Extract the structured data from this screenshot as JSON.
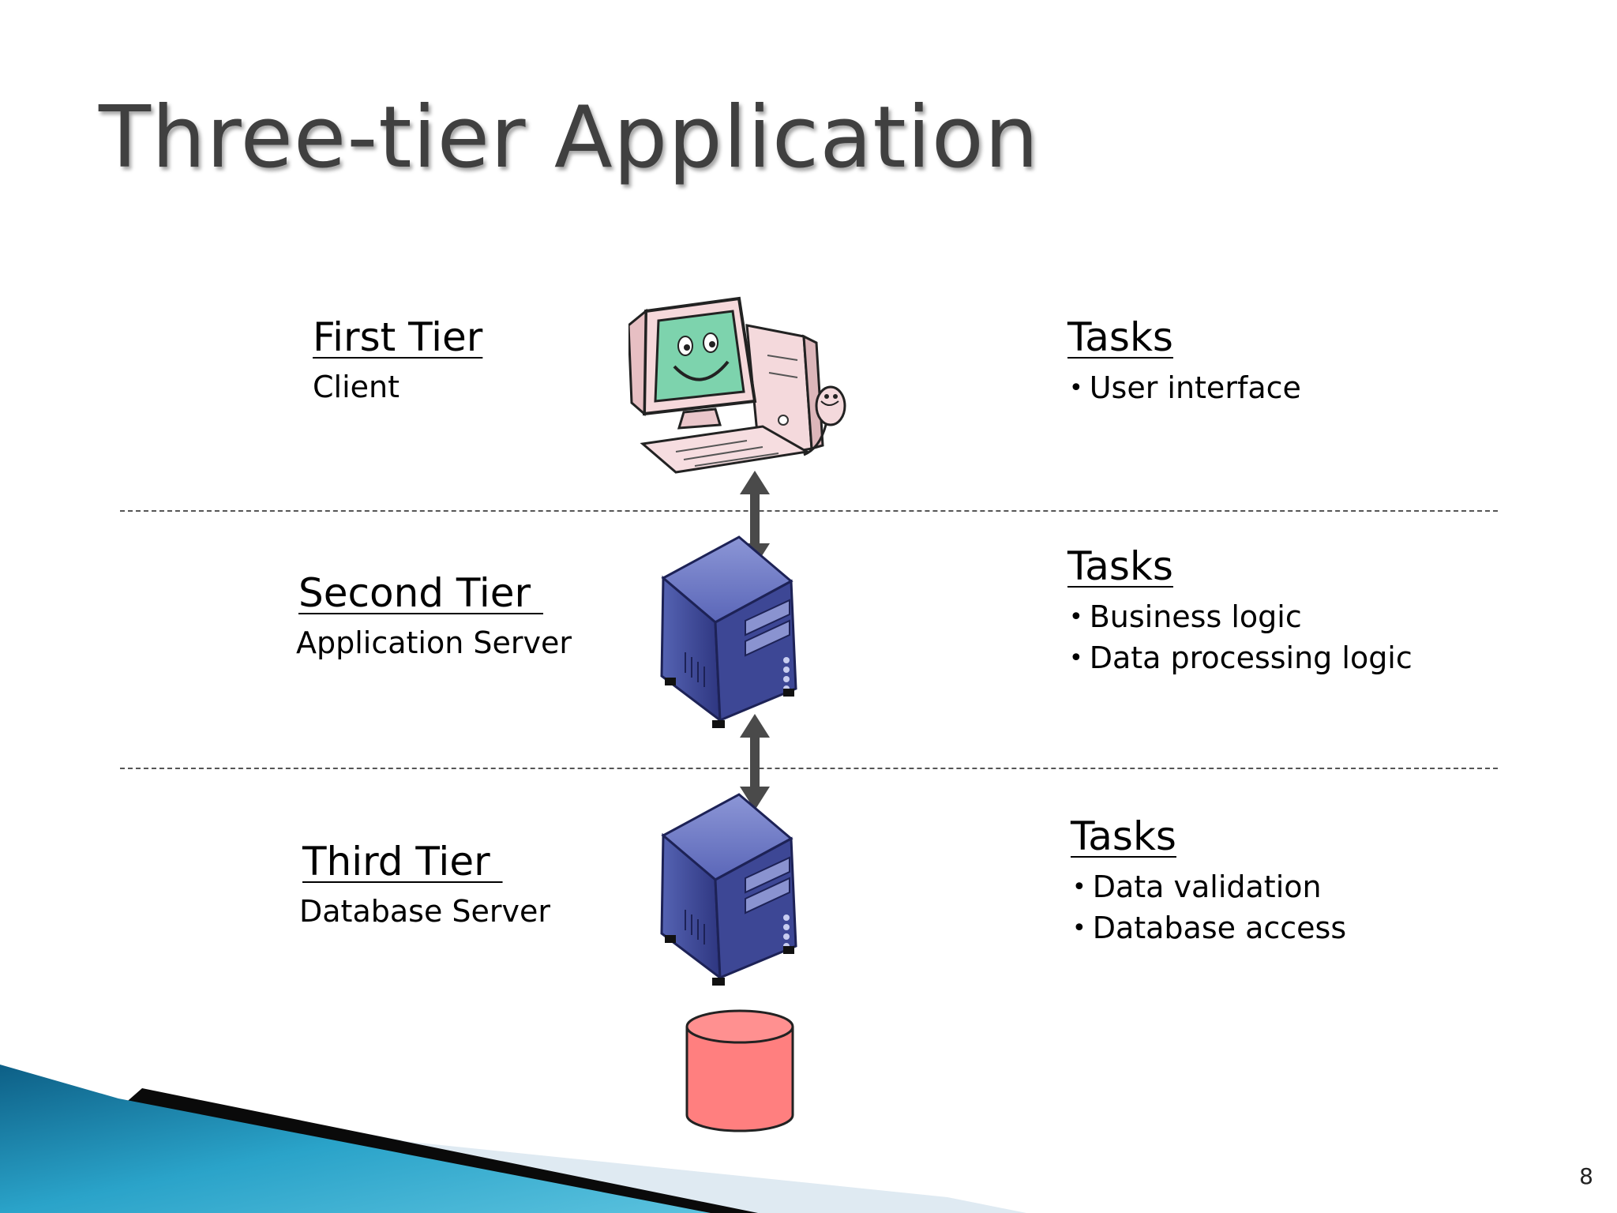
{
  "title": "Three-tier Application",
  "tiers": [
    {
      "heading": "First Tier",
      "subtitle": "Client",
      "tasks_heading": "Tasks",
      "tasks": [
        "User interface"
      ]
    },
    {
      "heading": "Second Tier ",
      "subtitle": "Application Server",
      "tasks_heading": "Tasks",
      "tasks": [
        "Business logic",
        "Data processing logic"
      ]
    },
    {
      "heading": "Third Tier ",
      "subtitle": "Database Server",
      "tasks_heading": "Tasks",
      "tasks": [
        "Data validation",
        "Database access"
      ]
    }
  ],
  "icons": {
    "client": "smiling-computer-icon",
    "app_server": "server-tower-icon",
    "db_server": "server-tower-icon",
    "database": "database-cylinder-icon",
    "arrows": "double-arrow-icon"
  },
  "colors": {
    "title": "#404040",
    "server": "#3e4a9a",
    "database": "#ff7f7f",
    "arrow": "#4a4a4a",
    "accent_teal": "#1f8fb3"
  },
  "page_number": "8"
}
